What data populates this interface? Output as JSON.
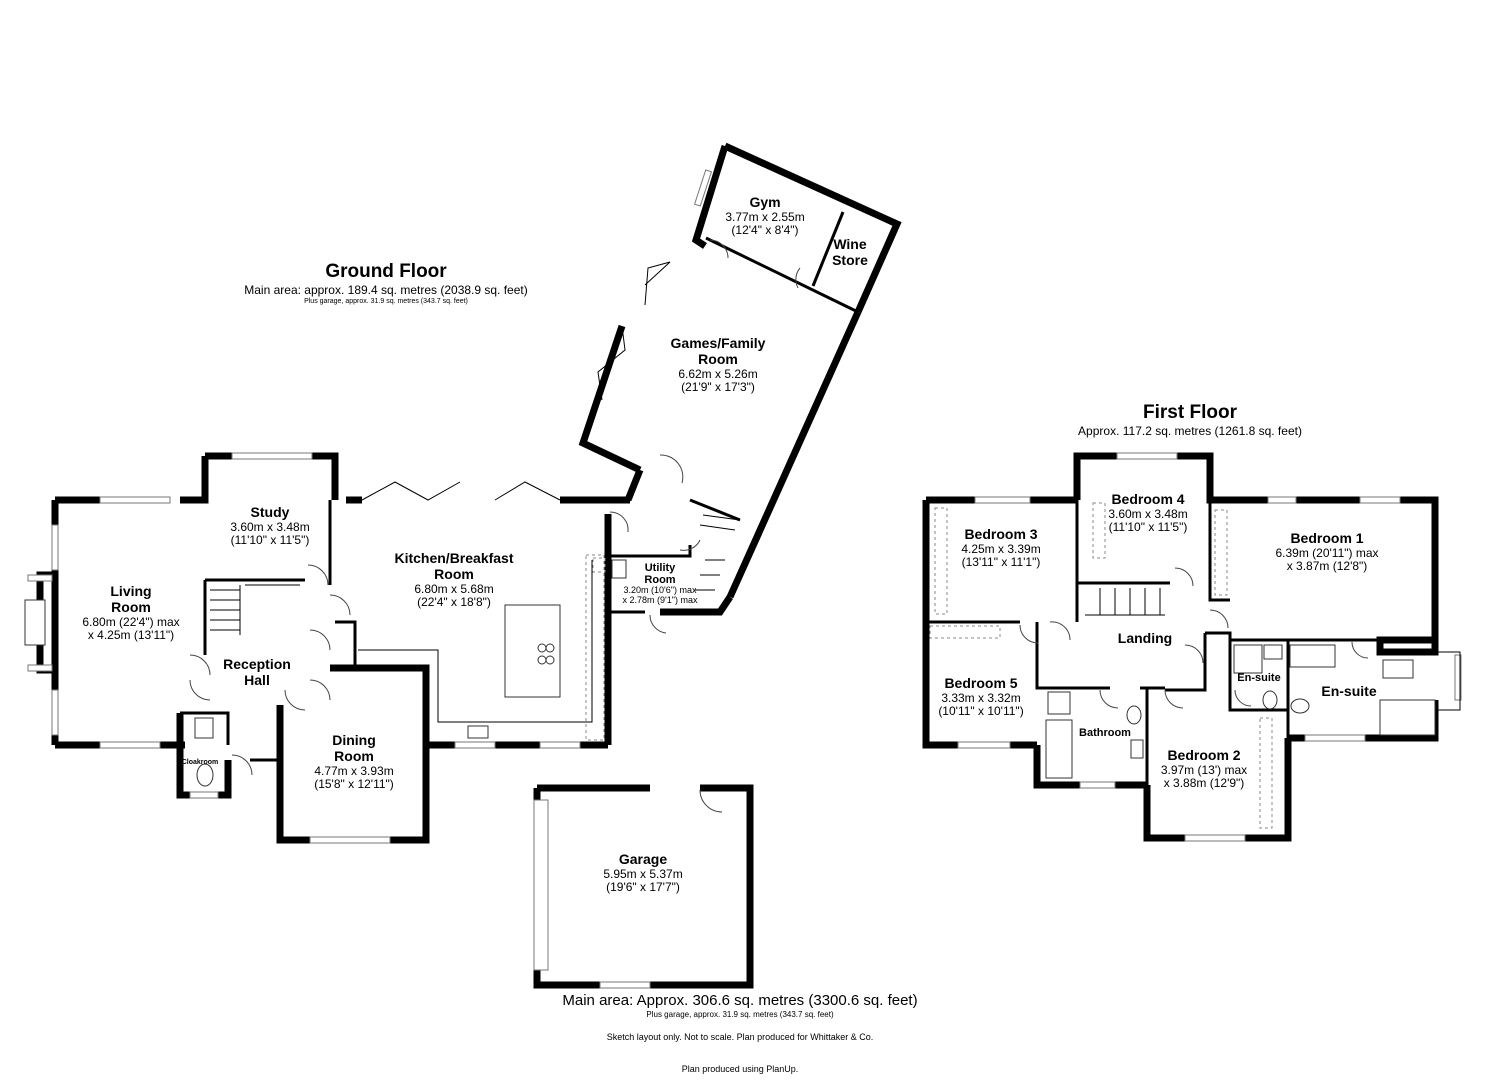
{
  "ground_floor": {
    "title": "Ground Floor",
    "main_area": "Main area: approx. 189.4 sq. metres (2038.9 sq. feet)",
    "garage_note": "Plus garage, approx. 31.9 sq. metres (343.7 sq. feet)",
    "rooms": {
      "gym": {
        "name": "Gym",
        "dim_m": "3.77m x 2.55m",
        "dim_ft": "(12'4\" x 8'4\")"
      },
      "wine_store": {
        "name_1": "Wine",
        "name_2": "Store"
      },
      "games": {
        "name_1": "Games/Family",
        "name_2": "Room",
        "dim_m": "6.62m x 5.26m",
        "dim_ft": "(21'9\" x 17'3\")"
      },
      "study": {
        "name": "Study",
        "dim_m": "3.60m x 3.48m",
        "dim_ft": "(11'10\" x 11'5\")"
      },
      "kitchen": {
        "name_1": "Kitchen/Breakfast",
        "name_2": "Room",
        "dim_m": "6.80m x 5.68m",
        "dim_ft": "(22'4\" x 18'8\")"
      },
      "utility": {
        "name_1": "Utility",
        "name_2": "Room",
        "dim_1": "3.20m (10'6\") max",
        "dim_2": "x 2.78m (9'1\") max"
      },
      "living": {
        "name_1": "Living",
        "name_2": "Room",
        "dim_1": "6.80m (22'4\") max",
        "dim_2": "x 4.25m (13'11\")"
      },
      "reception": {
        "name_1": "Reception",
        "name_2": "Hall"
      },
      "cloakroom": {
        "name": "Cloakroom"
      },
      "dining": {
        "name_1": "Dining",
        "name_2": "Room",
        "dim_m": "4.77m x 3.93m",
        "dim_ft": "(15'8\" x 12'11\")"
      },
      "garage": {
        "name": "Garage",
        "dim_m": "5.95m x 5.37m",
        "dim_ft": "(19'6\" x 17'7\")"
      }
    }
  },
  "first_floor": {
    "title": "First Floor",
    "area": "Approx. 117.2 sq. metres (1261.8 sq. feet)",
    "rooms": {
      "bedroom3": {
        "name": "Bedroom 3",
        "dim_m": "4.25m x 3.39m",
        "dim_ft": "(13'11\" x 11'1\")"
      },
      "bedroom4": {
        "name": "Bedroom 4",
        "dim_m": "3.60m x 3.48m",
        "dim_ft": "(11'10\" x 11'5\")"
      },
      "bedroom1": {
        "name": "Bedroom 1",
        "dim_1": "6.39m (20'11\") max",
        "dim_2": "x 3.87m (12'8\")"
      },
      "landing": {
        "name": "Landing"
      },
      "bedroom5": {
        "name": "Bedroom 5",
        "dim_m": "3.33m x 3.32m",
        "dim_ft": "(10'11\" x 10'11\")"
      },
      "ensuite_small": {
        "name": "En-suite"
      },
      "ensuite_large": {
        "name": "En-suite"
      },
      "bathroom": {
        "name": "Bathroom"
      },
      "bedroom2": {
        "name": "Bedroom 2",
        "dim_1": "3.97m (13') max",
        "dim_2": "x 3.88m (12'9\")"
      }
    }
  },
  "footer": {
    "main_area": "Main area: Approx. 306.6 sq. metres (3300.6 sq. feet)",
    "garage_note": "Plus garage, approx. 31.9 sq. metres (343.7 sq. feet)",
    "disclaimer": "Sketch layout only. Not to scale. Plan produced for Whittaker & Co.",
    "credit": "Plan produced using PlanUp."
  }
}
